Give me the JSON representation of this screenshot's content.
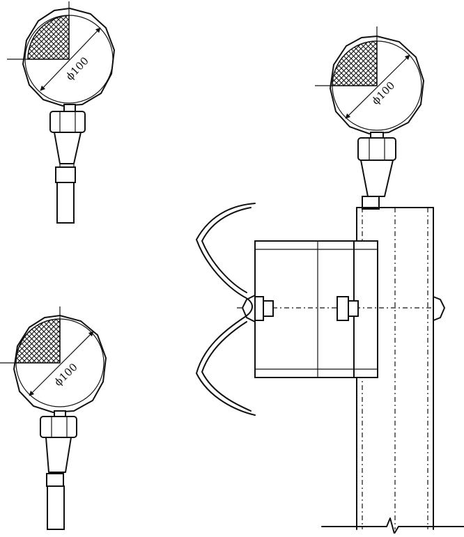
{
  "gauges": [
    {
      "id": "gauge-top-left",
      "dimension_label": "ϕ100"
    },
    {
      "id": "gauge-bottom-left",
      "dimension_label": "ϕ100"
    },
    {
      "id": "gauge-right",
      "dimension_label": "ϕ100"
    }
  ]
}
